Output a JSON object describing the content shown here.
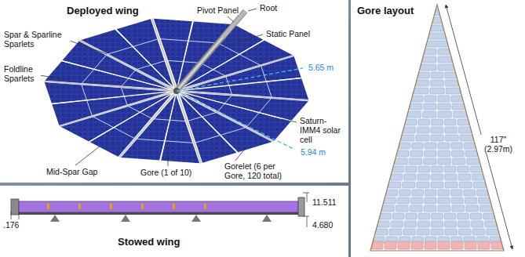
{
  "diagram": {
    "nodes": [
      {
        "text": [
          "Deployed wing"
        ]
      },
      {
        "text": [
          "Stowed wing"
        ]
      },
      {
        "text": [
          "Gore layout"
        ]
      }
    ],
    "labels": [
      "Pivot Panel",
      "Root",
      "Static Panel",
      "Spar & Sparline Sparlets",
      "Foldline Sparlets",
      "5.65 m",
      "Saturn-IMM4 solar cell",
      "5.94 m",
      "Mid-Spar Gap",
      "Gore (1 of 10)",
      "Gorelet (6 per Gore, 120 total)",
      "11.511",
      "4.680",
      ".176",
      "117\" (2.97m)"
    ]
  }
}
